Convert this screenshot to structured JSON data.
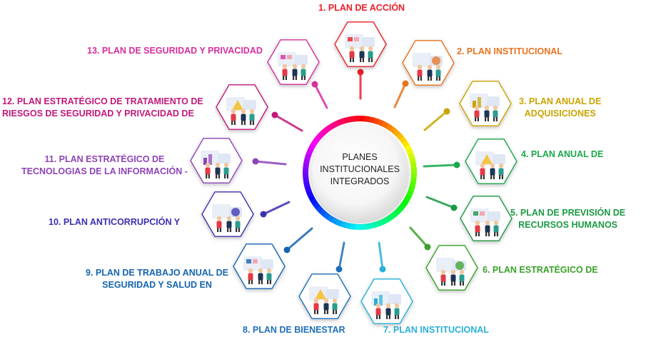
{
  "center": {
    "line1": "PLANES",
    "line2": "INSTITUCIONALES",
    "line3": "INTEGRADOS"
  },
  "plans": [
    {
      "lines": [
        "1. PLAN DE ACCIÓN"
      ],
      "color": "#e8202a",
      "icon": "office-team-board-icon"
    },
    {
      "lines": [
        "2. PLAN INSTITUCIONAL"
      ],
      "color": "#e8731f",
      "icon": "filing-cabinet-icon"
    },
    {
      "lines": [
        "3. PLAN ANUAL DE",
        "ADQUISICIONES"
      ],
      "color": "#c9a400",
      "icon": "calculator-money-icon"
    },
    {
      "lines": [
        "4. PLAN ANUAL DE"
      ],
      "color": "#1aa84a",
      "icon": "team-meeting-icon"
    },
    {
      "lines": [
        "5. PLAN DE PREVISIÓN DE",
        "RECURSOS HUMANOS"
      ],
      "color": "#1b9a44",
      "icon": "org-network-icon"
    },
    {
      "lines": [
        "6. PLAN ESTRATÉGICO DE"
      ],
      "color": "#3aa12a",
      "icon": "talent-screen-icon"
    },
    {
      "lines": [
        "7. PLAN INSTITUCIONAL"
      ],
      "color": "#28b0d8",
      "icon": "training-presentation-icon"
    },
    {
      "lines": [
        "8. PLAN DE BIENESTAR"
      ],
      "color": "#1f6fb8",
      "icon": "celebration-icon"
    },
    {
      "lines": [
        "9. PLAN DE TRABAJO ANUAL DE",
        "SEGURIDAD Y SALUD EN"
      ],
      "color": "#1565b0",
      "icon": "safety-health-icon"
    },
    {
      "lines": [
        "10. PLAN ANTICORRUPCIÓN Y"
      ],
      "color": "#3b30b0",
      "icon": "justice-scale-icon"
    },
    {
      "lines": [
        "11. PLAN ESTRATÉGICO DE",
        "TECNOLOGIAS DE LA INFORMACIÓN -"
      ],
      "color": "#8e44b8",
      "icon": "tech-network-icon"
    },
    {
      "lines": [
        "12. PLAN ESTRATÉGICO DE TRATAMIENTO DE",
        "RIESGOS DE SEGURIDAD Y PRIVACIDAD DE"
      ],
      "color": "#c2187a",
      "icon": "risk-warning-icon"
    },
    {
      "lines": [
        "13. PLAN DE SEGURIDAD Y PRIVACIDAD"
      ],
      "color": "#d62f9f",
      "icon": "data-security-icon"
    }
  ]
}
